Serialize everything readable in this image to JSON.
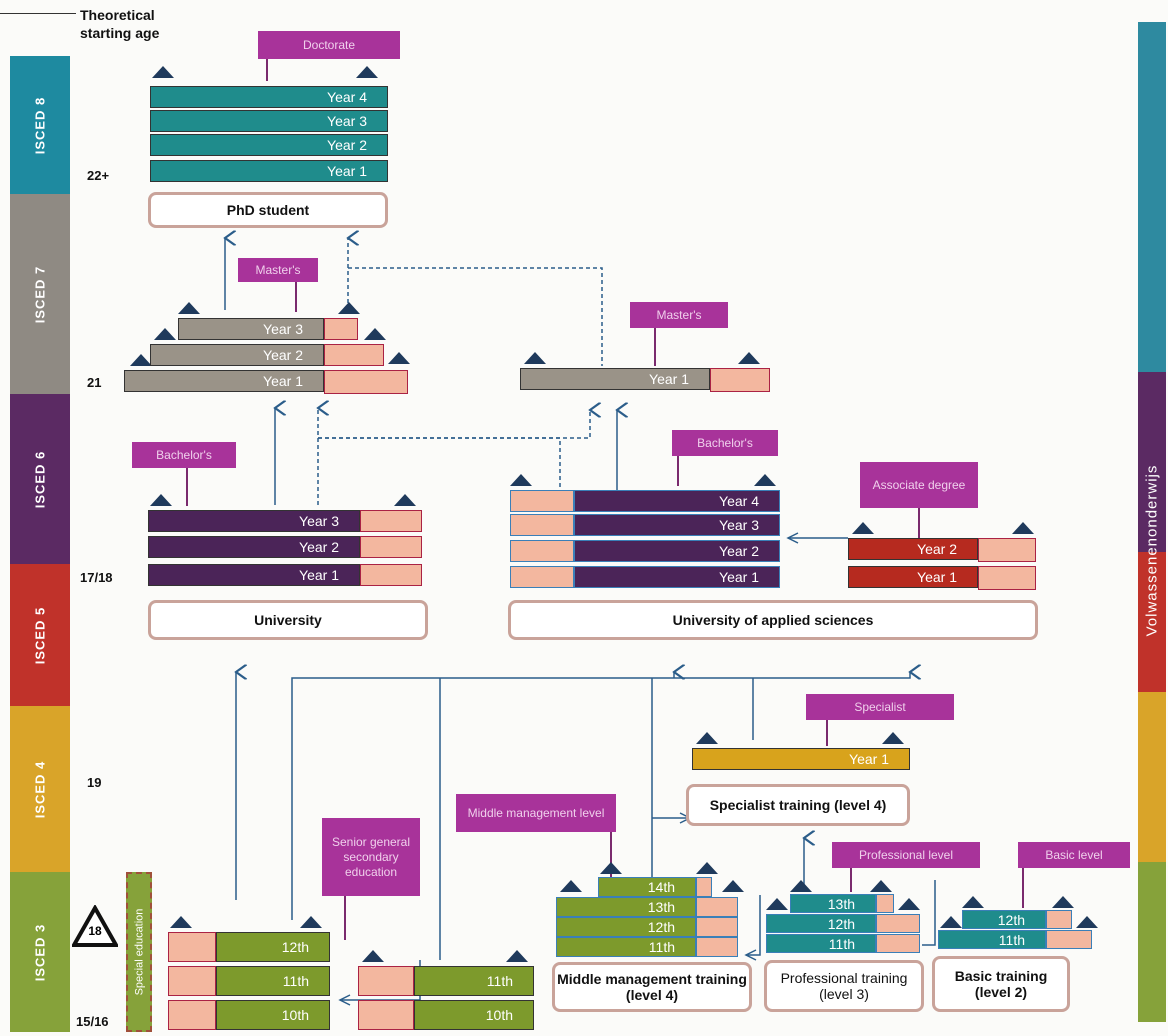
{
  "header": {
    "theoretical_age_title": "Theoretical starting age"
  },
  "isced_levels": [
    {
      "label": "ISCED 8",
      "color": "#1e8aa0"
    },
    {
      "label": "ISCED 7",
      "color": "#8f8a83"
    },
    {
      "label": "ISCED 6",
      "color": "#5b2a63"
    },
    {
      "label": "ISCED 5",
      "color": "#c0322a"
    },
    {
      "label": "ISCED 4",
      "color": "#d9a429"
    },
    {
      "label": "ISCED 3",
      "color": "#86a23a"
    }
  ],
  "ages": {
    "a22": "22+",
    "a21": "21",
    "a1718": "17/18",
    "a19": "19",
    "a1516": "15/16"
  },
  "age_badge": "18",
  "side_label": "Volwassenenonderwijs",
  "special_education": "Special education",
  "doctorate": {
    "tag": "Doctorate",
    "years": [
      "Year 4",
      "Year 3",
      "Year 2",
      "Year 1"
    ],
    "box": "PhD student"
  },
  "univ_master": {
    "tag": "Master's",
    "years": [
      "Year 3",
      "Year 2",
      "Year 1"
    ]
  },
  "uas_master": {
    "tag": "Master's",
    "years": [
      "Year 1"
    ]
  },
  "univ_bachelor": {
    "tag": "Bachelor's",
    "years": [
      "Year 3",
      "Year 2",
      "Year 1"
    ],
    "box": "University"
  },
  "uas_bachelor": {
    "tag": "Bachelor's",
    "years": [
      "Year 4",
      "Year 3",
      "Year 2",
      "Year 1"
    ],
    "box": "University of applied sciences"
  },
  "associate": {
    "tag": "Associate degree",
    "years": [
      "Year 2",
      "Year 1"
    ]
  },
  "specialist": {
    "tag": "Specialist",
    "years": [
      "Year 1"
    ],
    "box": "Specialist training (level 4)"
  },
  "senior_general": {
    "tag": "Senior general secondary education"
  },
  "havo": {
    "years": [
      "12th",
      "11th",
      "10th"
    ]
  },
  "second": {
    "years": [
      "11th",
      "10th"
    ]
  },
  "middle_mgmt": {
    "tag": "Middle management level",
    "years": [
      "14th",
      "13th",
      "12th",
      "11th"
    ],
    "box": "Middle management training (level 4)"
  },
  "professional": {
    "tag": "Professional level",
    "years": [
      "13th",
      "12th",
      "11th"
    ],
    "box": "Professional training (level 3)"
  },
  "basic": {
    "tag": "Basic level",
    "years": [
      "12th",
      "11th"
    ],
    "box": "Basic training (level 2)"
  }
}
